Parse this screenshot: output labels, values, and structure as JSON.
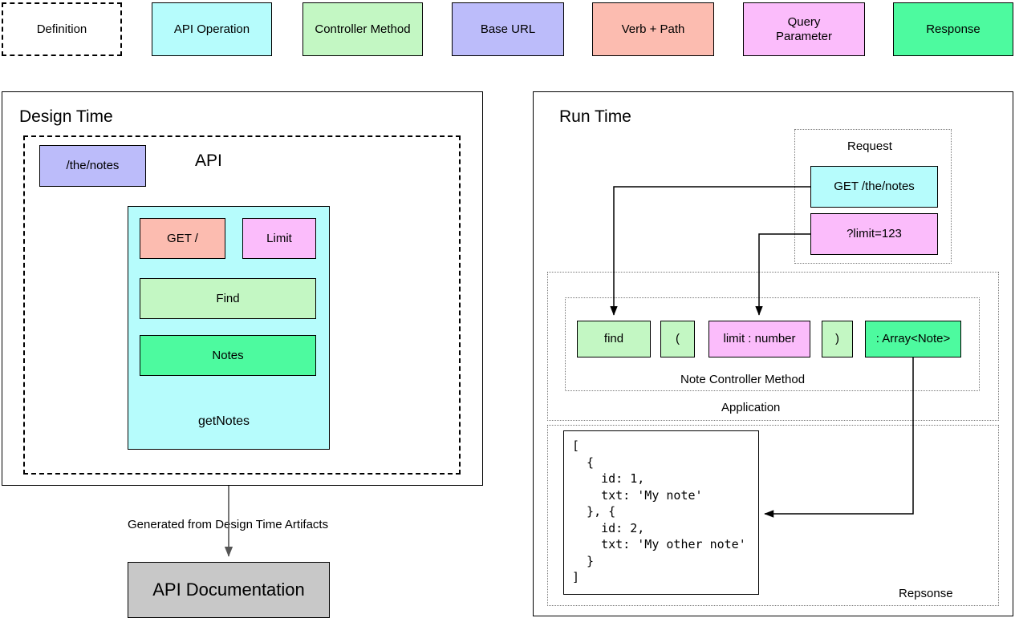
{
  "legend": {
    "items": [
      {
        "label": "Definition",
        "style": "dashed",
        "color": "#ffffff"
      },
      {
        "label": "API Operation",
        "style": "solid",
        "color": "#b6fcfc"
      },
      {
        "label": "Controller Method",
        "style": "solid",
        "color": "#c3f7c3"
      },
      {
        "label": "Base URL",
        "style": "solid",
        "color": "#bcbcfa"
      },
      {
        "label": "Verb + Path",
        "style": "solid",
        "color": "#fcbcb0"
      },
      {
        "label": "Query\nParameter",
        "style": "solid",
        "color": "#fbbcfb"
      },
      {
        "label": "Response",
        "style": "solid",
        "color": "#4dfa9f"
      }
    ]
  },
  "design_time": {
    "title": "Design Time",
    "api_label": "API",
    "base_url": "/the/notes",
    "operation": {
      "name": "getNotes",
      "verb_path": "GET /",
      "query_param": "Limit",
      "controller_method": "Find",
      "response": "Notes"
    },
    "generated_label": "Generated from Design Time Artifacts",
    "documentation": "API Documentation"
  },
  "run_time": {
    "title": "Run Time",
    "request": {
      "title": "Request",
      "verb_path": "GET /the/notes",
      "query_param": "?limit=123"
    },
    "application": {
      "title": "Application",
      "controller": {
        "title": "Note Controller Method",
        "parts": [
          {
            "text": "find",
            "color": "#c3f7c3"
          },
          {
            "text": "(",
            "color": "#c3f7c3"
          },
          {
            "text": "limit : number",
            "color": "#fbbcfb"
          },
          {
            "text": ")",
            "color": "#c3f7c3"
          },
          {
            "text": ": Array<Note>",
            "color": "#4dfa9f"
          }
        ]
      }
    },
    "response": {
      "title": "Repsonse",
      "body": "[\n  {\n    id: 1,\n    txt: 'My note'\n  }, {\n    id: 2,\n    txt: 'My other note'\n  }\n]"
    }
  },
  "colors": {
    "api_operation": "#b6fcfc",
    "controller_method": "#c3f7c3",
    "base_url": "#bcbcfa",
    "verb_path": "#fcbcb0",
    "query_parameter": "#fbbcfb",
    "response": "#4dfa9f",
    "documentation": "#c8c8c8",
    "stroke": "#000000",
    "dotted_stroke": "#7a7a7a"
  }
}
